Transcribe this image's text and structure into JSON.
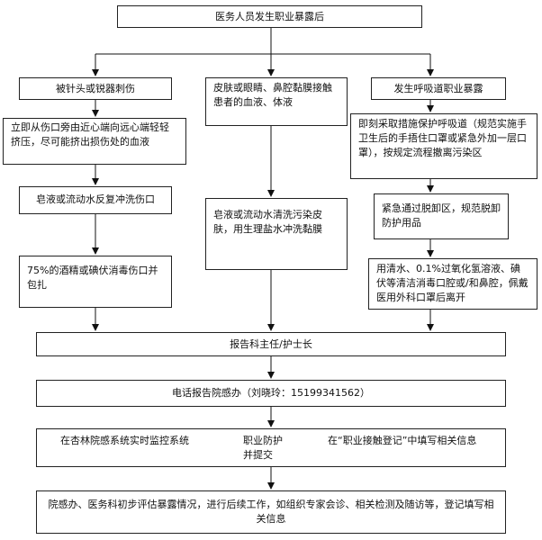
{
  "title": "医务人员发生职业暴露后",
  "left": {
    "header": "被针头或锐器刺伤",
    "step1": "立即从伤口旁由近心端向远心端轻轻挤压，尽可能挤出损伤处的血液",
    "step2": "皂液或流动水反复冲洗伤口",
    "step3": "75%的酒精或碘伏消毒伤口并包扎"
  },
  "middle": {
    "header": "皮肤或眼睛、鼻腔黏膜接触患者的血液、体液",
    "step1": "皂液或流动水清洗污染皮肤，用生理盐水冲洗黏膜"
  },
  "right": {
    "header": "发生呼吸道职业暴露",
    "step1": "即刻采取措施保护呼吸道（规范实施手卫生后的手捂住口罩或紧急外加一层口罩），按规定流程撤离污染区",
    "step2": "紧急通过脱卸区，规范脱卸防护用品",
    "step3": "用清水、0.1%过氧化氢溶液、碘伏等清洁消毒口腔或/和鼻腔，佩戴医用外科口罩后离开"
  },
  "report": "报告科主任/护士长",
  "phone": "电话报告院感办（刘晓玲：15199341562）",
  "system": {
    "monitor": "在杏林院感系统实时监控系统",
    "protect": "职业防护并提交",
    "register": "在“职业接触登记”中填写相关信息"
  },
  "final": "院感办、医务科初步评估暴露情况，进行后续工作，如组织专家会诊、相关检测及随访等，登记填写相关信息"
}
